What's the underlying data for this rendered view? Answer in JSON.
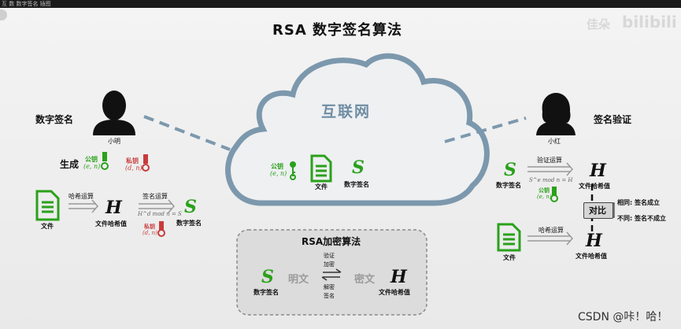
{
  "topbar": {
    "text": "互 数 数字签名 插图"
  },
  "title": "RSA 数字签名算法",
  "watermark": {
    "left": "佳朵",
    "right": "bilibili"
  },
  "footer": {
    "csdn": "CSDN @咔！哈！"
  },
  "cloud": {
    "label": "互联网",
    "pubkey_label": "公钥",
    "pubkey_math": "(e, n)",
    "file_label": "文件",
    "sig_symbol": "S",
    "sig_label": "数字签名"
  },
  "left": {
    "section_label": "数字签名",
    "person_label": "小明",
    "generate_label": "生成",
    "pubkey_label": "公钥",
    "pubkey_math": "(e, n)",
    "privkey_label": "私钥",
    "privkey_math": "(d, n)",
    "file_label": "文件",
    "hash_op_label": "哈希运算",
    "hash_symbol": "H",
    "hash_label": "文件哈希值",
    "sign_op_label": "签名运算",
    "sign_formula": "H^d mod n = S",
    "sign_key_label": "私钥",
    "sign_key_math": "(d, n)",
    "sig_symbol": "S",
    "sig_label": "数字签名"
  },
  "right": {
    "section_label": "签名验证",
    "person_label": "小红",
    "sig_symbol": "S",
    "sig_label": "数字签名",
    "verify_op_label": "验证运算",
    "verify_formula": "S^e mod n = H",
    "verify_key_label": "公钥",
    "verify_key_math": "(e, n)",
    "hash_symbol": "H",
    "hash_label": "文件哈希值",
    "compare_label": "对比",
    "same_label": "相同: 签名成立",
    "diff_label": "不同: 签名不成立",
    "file_label": "文件",
    "hash_op_label": "哈希运算",
    "hash2_symbol": "H",
    "hash2_label": "文件哈希值"
  },
  "algo_box": {
    "title": "RSA加密算法",
    "sig_symbol": "S",
    "sig_label": "数字签名",
    "plaintext": "明文",
    "verify_label": "验证",
    "encrypt_label": "加密",
    "decrypt_label": "解密",
    "sign_label": "签名",
    "ciphertext": "密文",
    "hash_symbol": "H",
    "hash_label": "文件哈希值"
  },
  "colors": {
    "green": "#2aa11a",
    "red": "#c93b3b",
    "cloud": "#7c98ad",
    "dash": "#7c98ad"
  }
}
